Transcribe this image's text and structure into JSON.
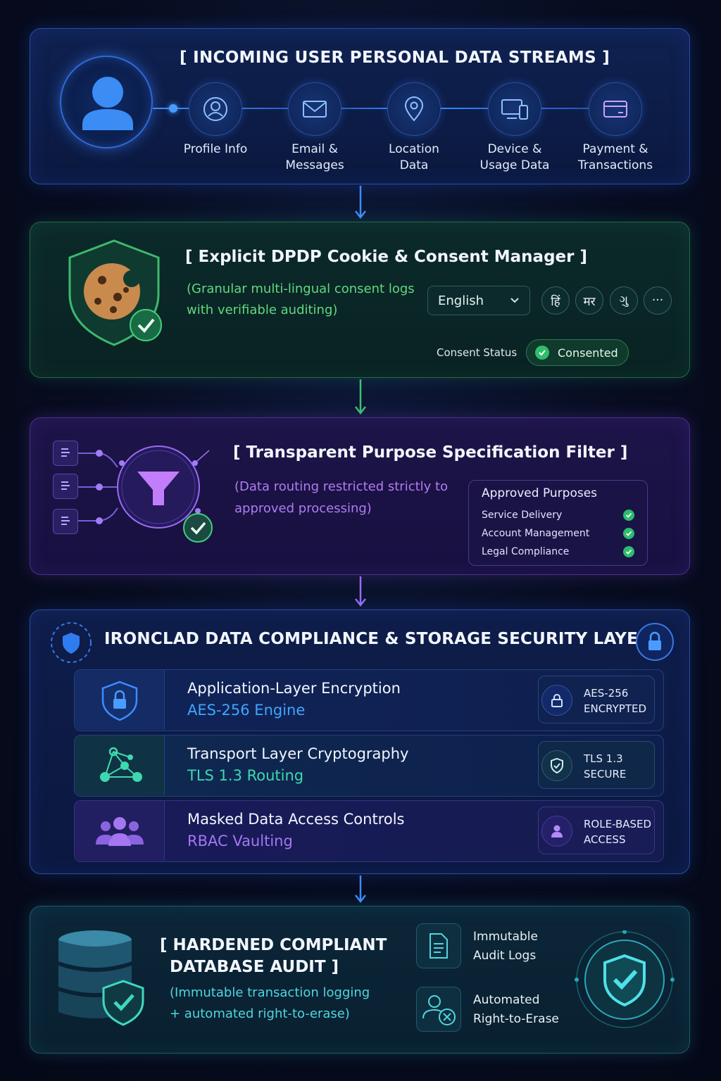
{
  "colors": {
    "blue_accent": "#3c8cff",
    "green_accent": "#63d87e",
    "purple_accent": "#b07cf2",
    "cyan_accent": "#4fd6e0",
    "check_green": "#2bbd6c"
  },
  "streams": {
    "title": "[ INCOMING USER PERSONAL DATA STREAMS ]",
    "items": [
      {
        "label": "Profile Info",
        "icon": "user-circle-icon"
      },
      {
        "label": "Email & Messages",
        "icon": "envelope-icon"
      },
      {
        "label": "Location Data",
        "icon": "map-pin-icon"
      },
      {
        "label": "Device & Usage Data",
        "icon": "devices-icon"
      },
      {
        "label": "Payment & Transactions",
        "icon": "credit-card-icon"
      }
    ]
  },
  "consent": {
    "title": "[ Explicit DPDP Cookie & Consent Manager ]",
    "subtitle": "(Granular multi-lingual consent logs with verifiable auditing)",
    "language_selected": "English",
    "language_chips": [
      "हिं",
      "मर",
      "ગુ",
      "···"
    ],
    "status_label": "Consent Status",
    "status_value": "Consented"
  },
  "purpose": {
    "title": "[ Transparent Purpose Specification Filter ]",
    "subtitle": "(Data routing restricted strictly to approved processing)",
    "approved_header": "Approved Purposes",
    "approved_items": [
      "Service Delivery",
      "Account Management",
      "Legal Compliance"
    ]
  },
  "security": {
    "title": "IRONCLAD DATA COMPLIANCE & STORAGE SECURITY LAYER",
    "rows": [
      {
        "name": "Application-Layer Encryption",
        "sub": "AES-256 Engine",
        "badge_line1": "AES-256",
        "badge_line2": "ENCRYPTED",
        "sub_color": "#3ea6ff"
      },
      {
        "name": "Transport Layer Cryptography",
        "sub": "TLS 1.3 Routing",
        "badge_line1": "TLS 1.3",
        "badge_line2": "SECURE",
        "sub_color": "#3ed8b0"
      },
      {
        "name": "Masked Data Access Controls",
        "sub": "RBAC Vaulting",
        "badge_line1": "ROLE-BASED",
        "badge_line2": "ACCESS",
        "sub_color": "#a477f0"
      }
    ]
  },
  "audit": {
    "title_line1": "[ HARDENED COMPLIANT",
    "title_line2": "DATABASE AUDIT ]",
    "subtitle_line1": "(Immutable transaction logging",
    "subtitle_line2": "+ automated right-to-erase)",
    "features": [
      {
        "line1": "Immutable",
        "line2": "Audit Logs"
      },
      {
        "line1": "Automated",
        "line2": "Right-to-Erase"
      }
    ]
  }
}
